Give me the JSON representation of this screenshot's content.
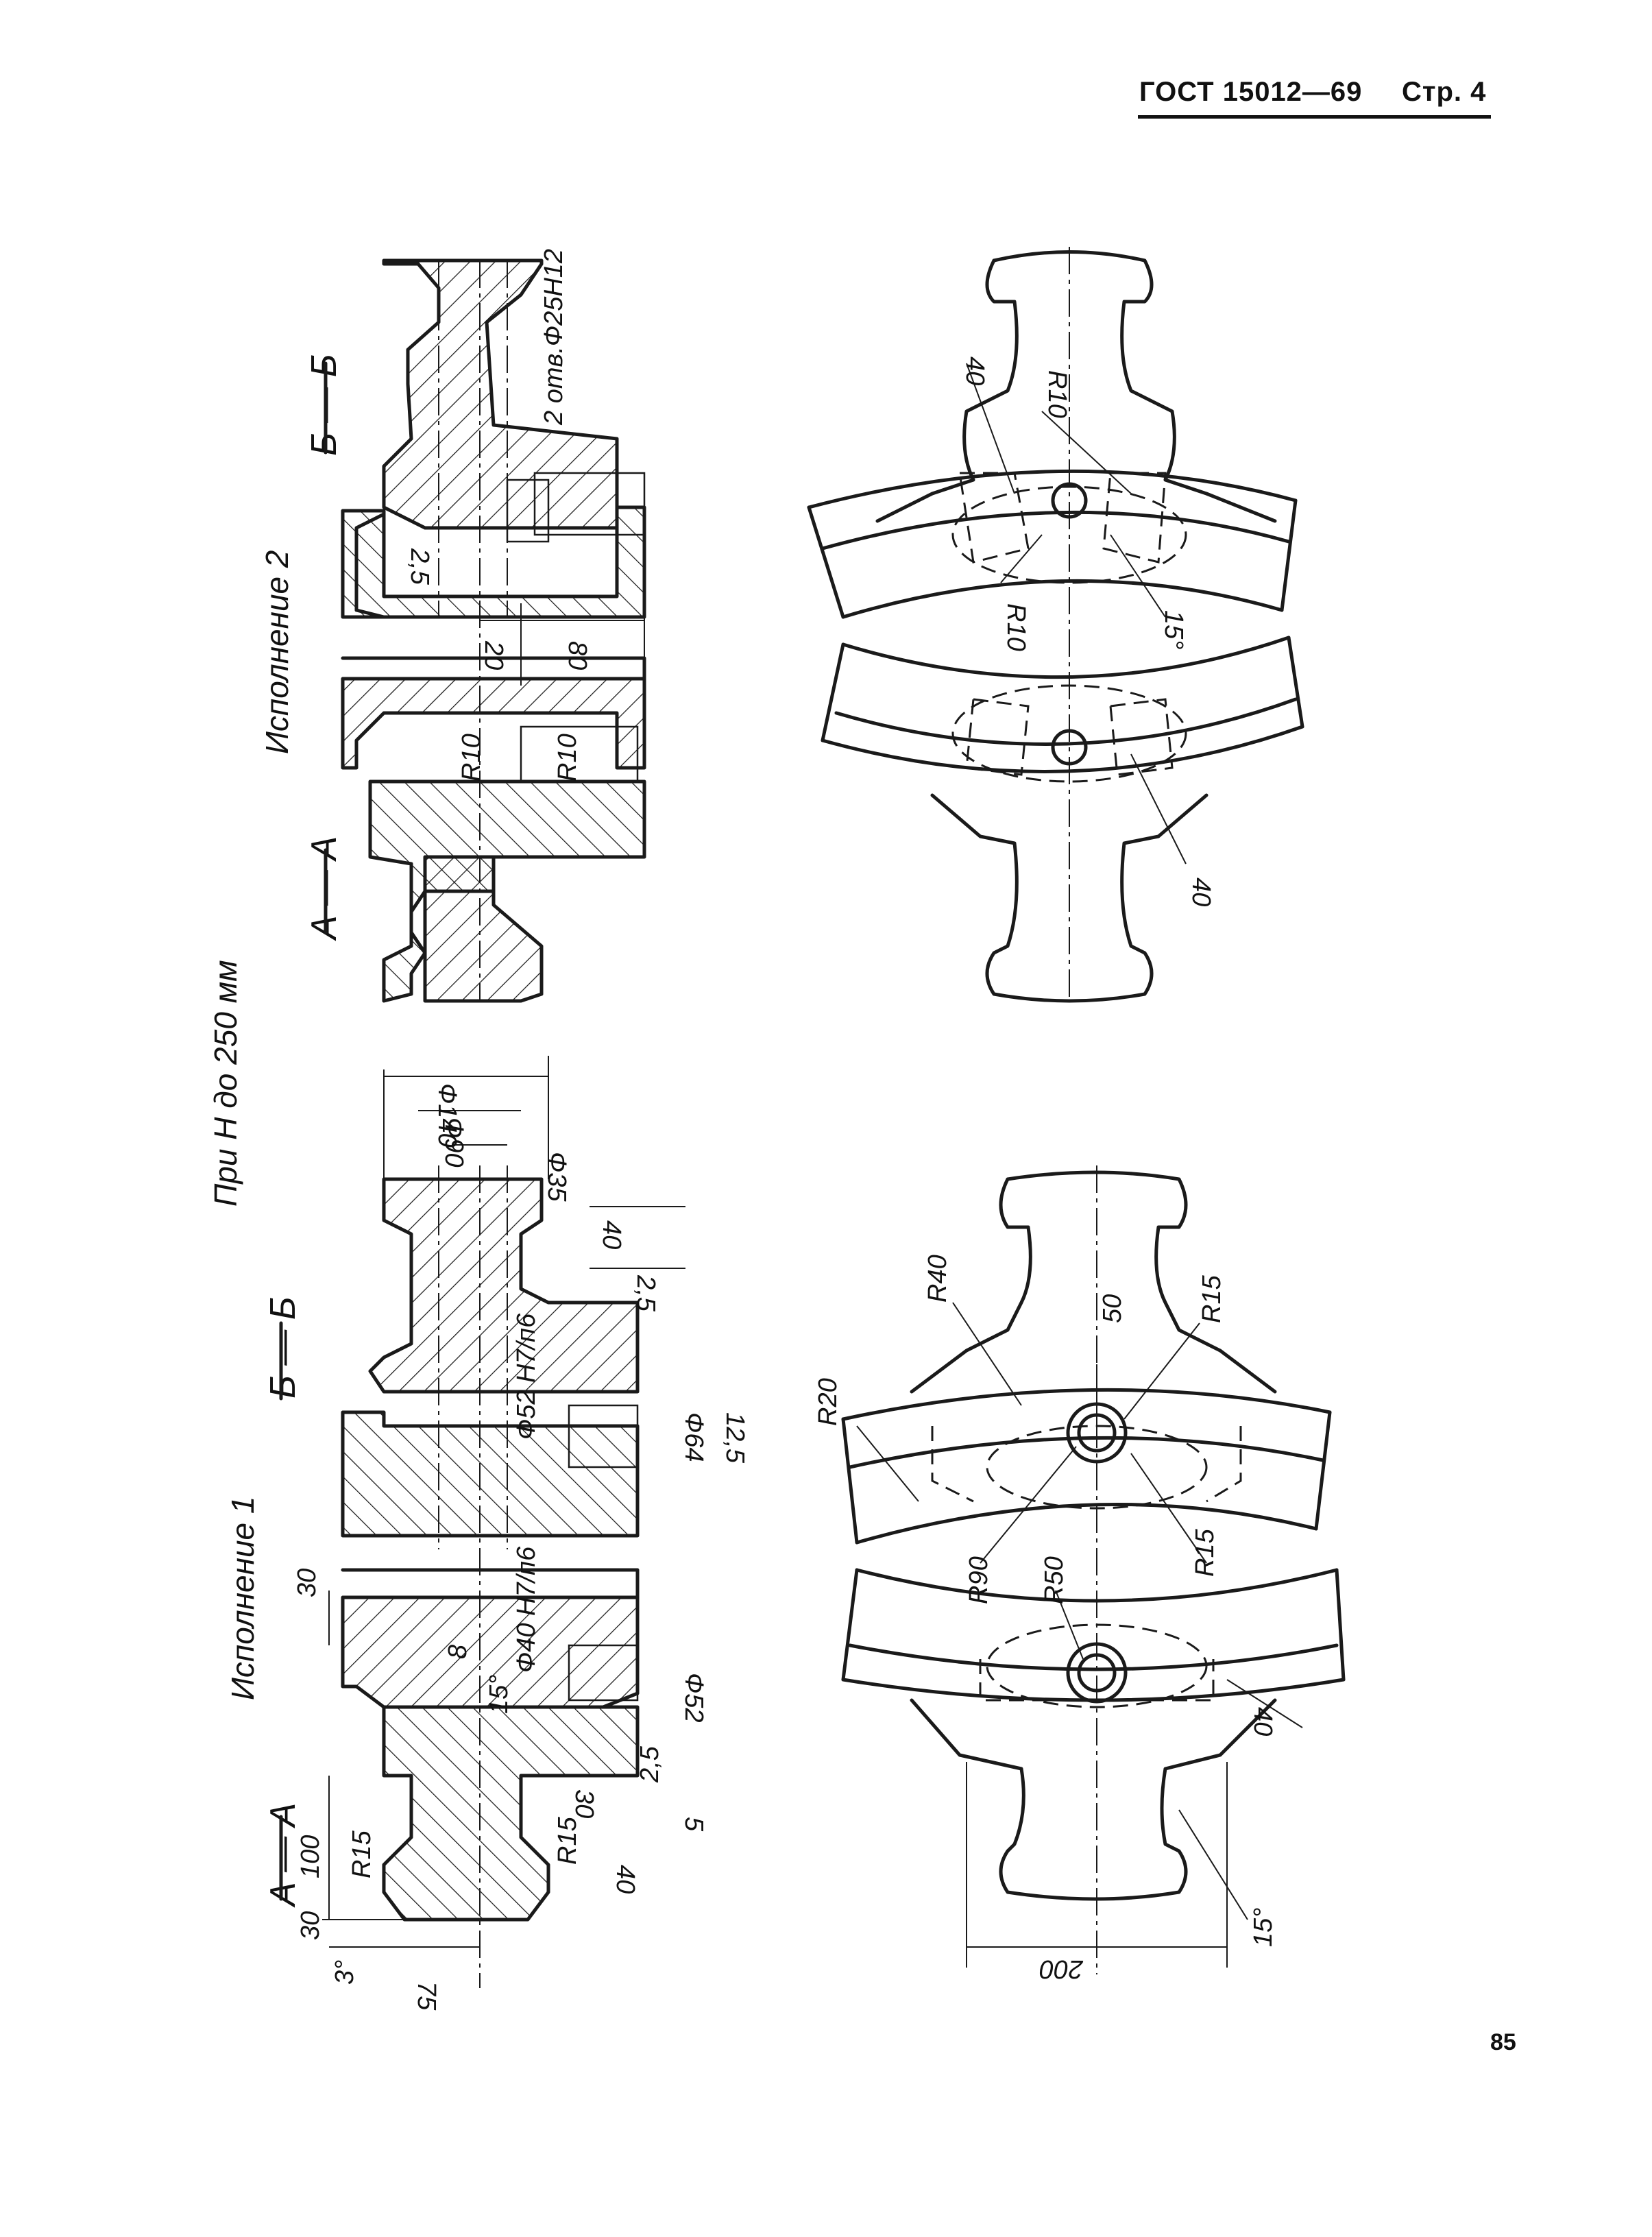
{
  "header": {
    "standard": "ГОСТ 15012—69",
    "page_ref": "Стр. 4"
  },
  "page_number": "85",
  "caption": "При Н до 250 мм",
  "variant1": {
    "title": "Исполнение 1",
    "section_aa": "А — А",
    "section_bb": "Б — Б",
    "dims": [
      "Ф140",
      "Ф90",
      "Ф35",
      "40",
      "2,5",
      "Ф64",
      "Ф52 Н7/п6",
      "12,5",
      "30",
      "Ф40 Н7/п6",
      "8",
      "15°",
      "Ф52",
      "100",
      "R15",
      "30",
      "3°",
      "75",
      "R15",
      "30",
      "40",
      "2,5",
      "5"
    ]
  },
  "variant2": {
    "title": "Исполнение 2",
    "section_aa": "А — А",
    "section_bb": "Б — Б",
    "hole_note": "2 отв.Ф25Н12",
    "dims": [
      "2,5",
      "20",
      "80",
      "R10",
      "R10"
    ]
  },
  "plan_top": {
    "dims": [
      "40",
      "R10",
      "R10",
      "15°",
      "40"
    ]
  },
  "plan_bottom": {
    "dims": [
      "R40",
      "50",
      "R15",
      "R20",
      "R90",
      "R15",
      "R50",
      "40",
      "200",
      "15°"
    ]
  }
}
